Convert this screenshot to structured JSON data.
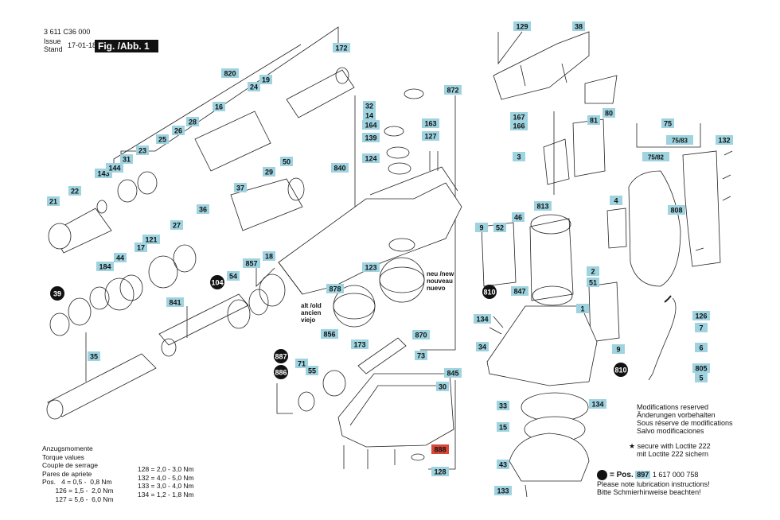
{
  "header": {
    "doc_number": "3 611 C36 000",
    "issue_label_1": "Issue",
    "issue_label_2": "Stand",
    "issue_date": "17-01-18",
    "figure_label": "Fig. /Abb. 1"
  },
  "part_labels": [
    "129",
    "38",
    "172",
    "820",
    "24",
    "19",
    "32",
    "14",
    "164",
    "139",
    "124",
    "840",
    "872",
    "16",
    "28",
    "163",
    "127",
    "143",
    "144",
    "31",
    "23",
    "25",
    "26",
    "167",
    "166",
    "81",
    "80",
    "3",
    "75",
    "75/83",
    "75/82",
    "132",
    "21",
    "22",
    "29",
    "50",
    "37",
    "36",
    "27",
    "121",
    "17",
    "857",
    "18",
    "123",
    "813",
    "46",
    "9",
    "52",
    "4",
    "808",
    "184",
    "44",
    "54",
    "878",
    "2",
    "51",
    "847",
    "126",
    "7",
    "6",
    "805",
    "5",
    "1",
    "870",
    "73",
    "134",
    "34",
    "9",
    "856",
    "71",
    "173",
    "55",
    "845",
    "30",
    "33",
    "15",
    "43",
    "133",
    "128",
    "888",
    "35",
    "841",
    "887",
    "886",
    "39",
    "104",
    "810",
    "810",
    "134",
    "897"
  ],
  "black_markers": [
    "39",
    "104",
    "887",
    "886",
    "810",
    "810"
  ],
  "highlight_marker": "888",
  "callouts": {
    "alt_old": "alt /old\nancien\nviejo",
    "neu_new": "neu /new\nnouveau\nnuevo"
  },
  "torque": {
    "heading": [
      "Anzugsmomente",
      "Torque values",
      "Couple de serrage",
      "Pares de apriete"
    ],
    "left_rows": [
      "Pos.   4 = 0,5 -  0,8 Nm",
      "       126 = 1,5 -  2,0 Nm",
      "       127 = 5,6 -  6,0 Nm"
    ],
    "right_rows": [
      "128 = 2,0 -  3,0 Nm",
      "132 = 4,0 -  5,0 Nm",
      "133 = 3,0 -  4,0 Nm",
      "134 = 1,2 -  1,8 Nm"
    ]
  },
  "modifications": [
    "Modifications reserved",
    "Änderungen vorbehalten",
    "Sous réserve de modifications",
    "Salvo modificaciones"
  ],
  "loctite": [
    "secure with Loctite 222",
    "mit Loctite 222 sichern"
  ],
  "lubrication": {
    "pos_label": "= Pos.",
    "pos_number": "897",
    "part_number": "1 617 000 758",
    "line1": "Please note lubrication instructions!",
    "line2": "Bitte Schmierhinweise beachten!"
  }
}
